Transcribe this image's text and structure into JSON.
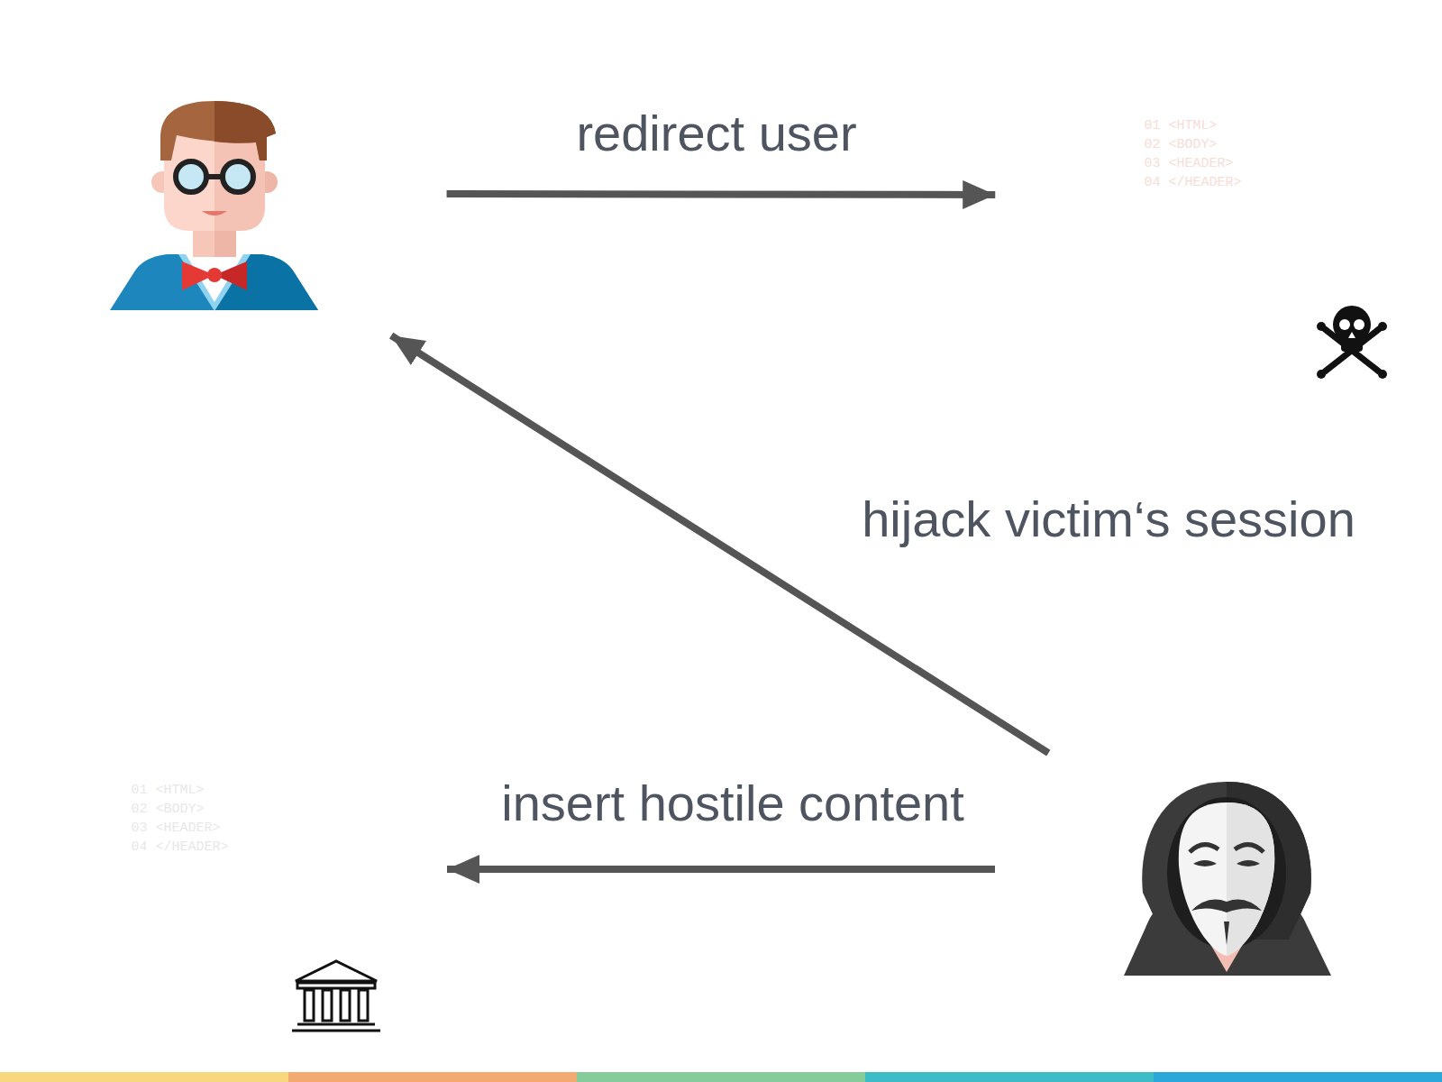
{
  "diagram": {
    "nodes": [
      {
        "text": []
      },
      {
        "text": [
          "01 <HTML>",
          "02 <BODY>",
          "03 <HEADER>",
          "04 </HEADER>"
        ]
      },
      {
        "text": [
          "01 <HTML>",
          "02 <BODY>",
          "03 <HEADER>",
          "04 </HEADER>"
        ]
      },
      {
        "text": []
      }
    ],
    "edges": [
      {
        "from": 0,
        "to": 1,
        "label": "redirect user",
        "arrow": "to"
      },
      {
        "from": 3,
        "to": 0,
        "label": "hijack victim‘s session",
        "arrow": "to"
      },
      {
        "from": 3,
        "to": 2,
        "label": "insert hostile content",
        "arrow": "to"
      }
    ]
  }
}
